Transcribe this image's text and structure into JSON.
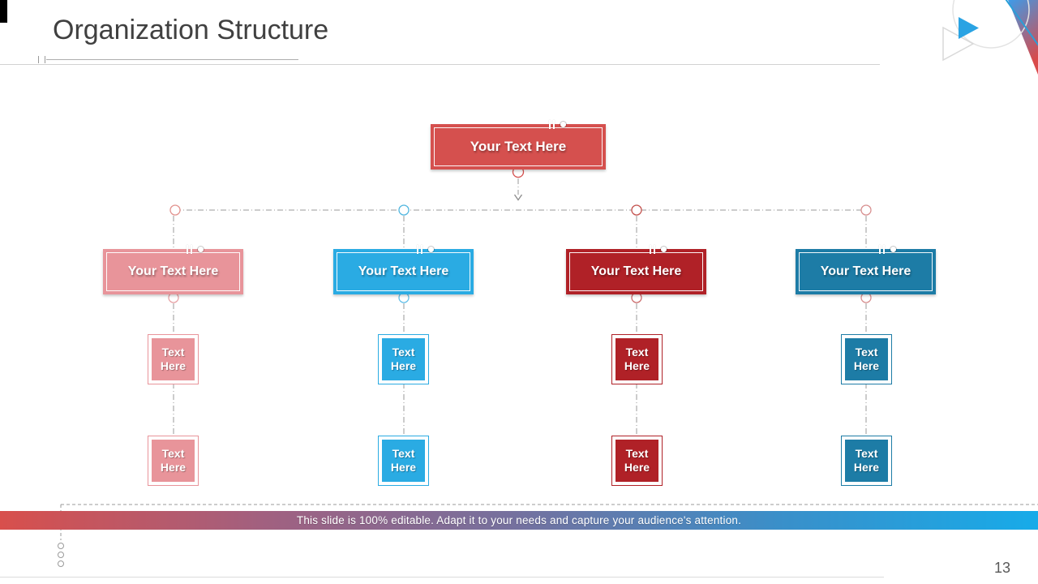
{
  "slide": {
    "title": "Organization Structure",
    "page_number": "13",
    "footer_text": "This slide is 100% editable. Adapt it to your needs and capture your audience's attention."
  },
  "org_chart": {
    "root": {
      "label": "Your Text Here",
      "color": "#d5504e"
    },
    "branches": [
      {
        "label": "Your Text Here",
        "color": "#e8949a",
        "children": [
          {
            "label": "Text Here"
          },
          {
            "label": "Text Here"
          }
        ]
      },
      {
        "label": "Your Text Here",
        "color": "#2aabe3",
        "children": [
          {
            "label": "Text Here"
          },
          {
            "label": "Text Here"
          }
        ]
      },
      {
        "label": "Your Text Here",
        "color": "#b02127",
        "children": [
          {
            "label": "Text Here"
          },
          {
            "label": "Text Here"
          }
        ]
      },
      {
        "label": "Your Text Here",
        "color": "#1d7ca6",
        "children": [
          {
            "label": "Text Here"
          },
          {
            "label": "Text Here"
          }
        ]
      }
    ],
    "junction_circle_colors": [
      "#e2938f",
      "#52b7e0",
      "#c4524e",
      "#d89090"
    ],
    "anchor_circle_colors": [
      "#e7a3a6",
      "#66c0e8",
      "#cd6f6f",
      "#d89090"
    ],
    "connector_color": "#9a9a9a"
  },
  "footer_bar": {
    "gradient_stops": [
      "#d84f4c",
      "#a2607f",
      "#74719f",
      "#3a8fc9",
      "#17abe9"
    ]
  },
  "decoration": {
    "play_icon_color": "#2aa3e3",
    "corner_gradient_top": "#3d9be9",
    "corner_gradient_bottom": "#d94a4a",
    "diagonal_line_color": "#2a9fd8"
  }
}
